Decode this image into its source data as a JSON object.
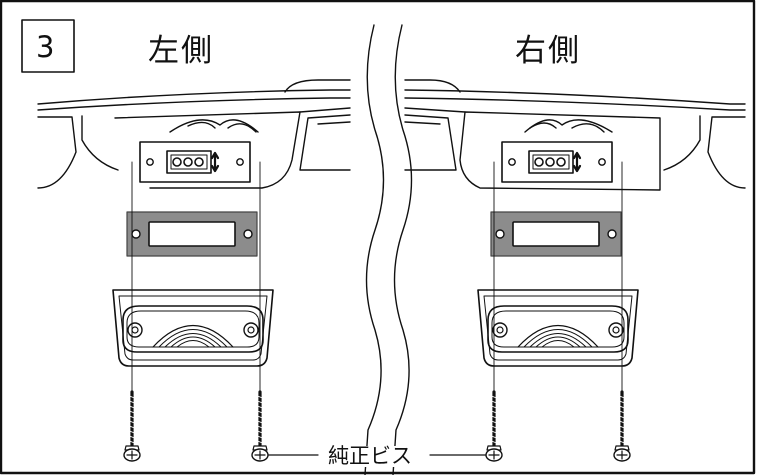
{
  "step": "3",
  "left_side_label": "左側",
  "right_side_label": "右側",
  "screw_label": "純正ビス",
  "colors": {
    "line": "#111111",
    "gasket_fill": "#8c8c8c",
    "background": "#ffffff"
  },
  "icons": [
    "wavy-break-line",
    "lamp-connector-socket",
    "gasket-plate",
    "lamp-housing",
    "screw-icon"
  ]
}
